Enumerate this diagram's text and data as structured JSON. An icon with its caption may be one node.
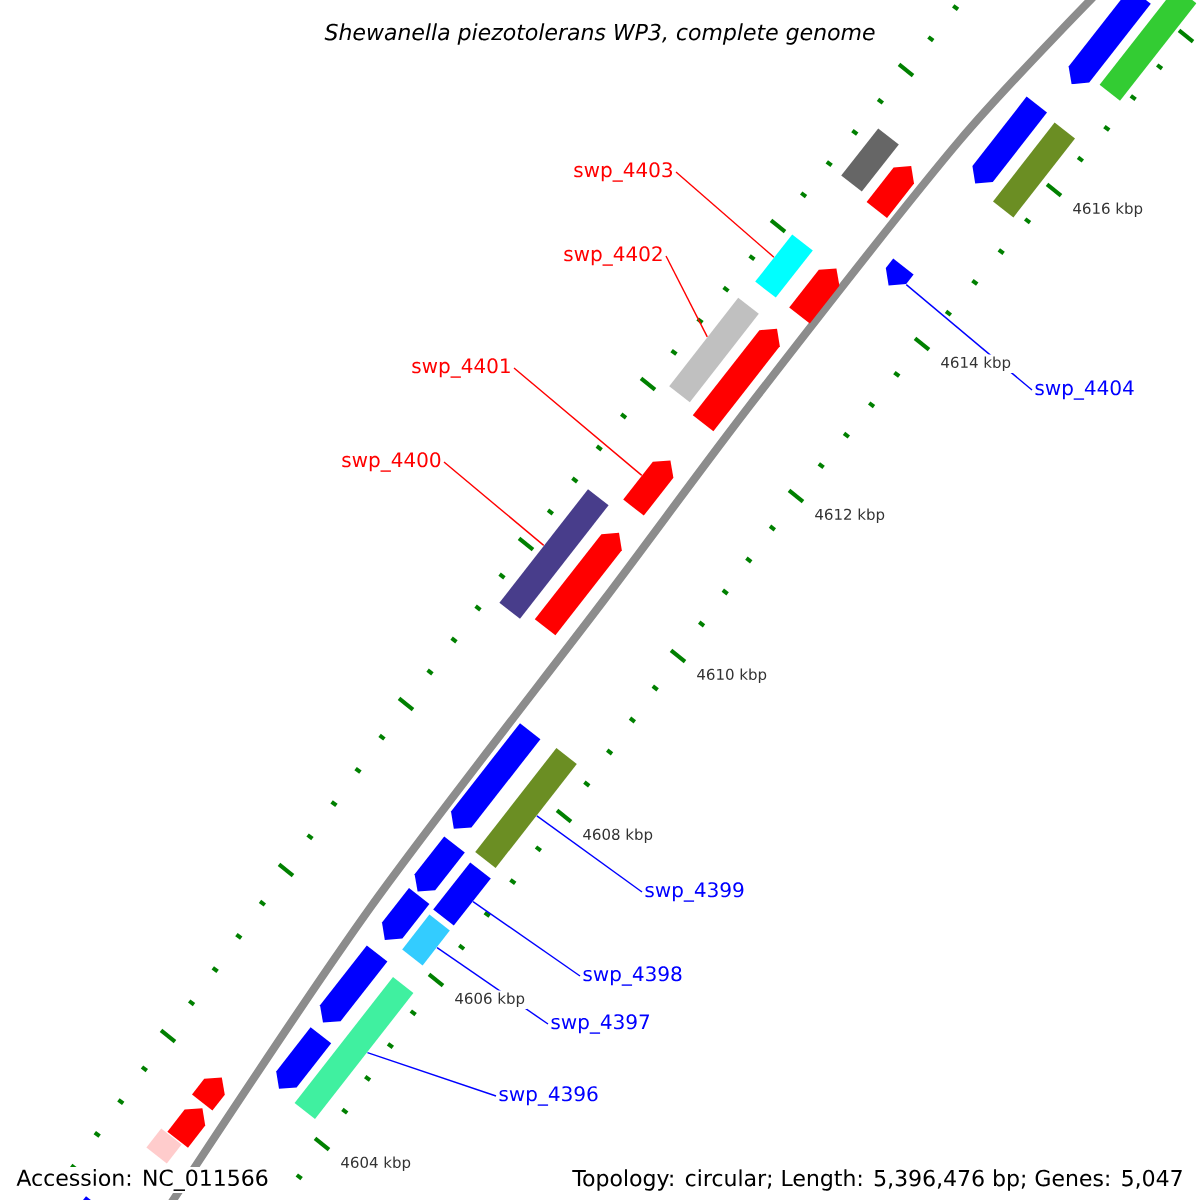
{
  "diagram": {
    "title": "Shewanella piezotolerans WP3, complete genome",
    "nodes": [
      {
        "text": [
          "swp_4403"
        ]
      },
      {
        "text": [
          "swp_4402"
        ]
      },
      {
        "text": [
          "swp_4401"
        ]
      },
      {
        "text": [
          "swp_4404"
        ]
      },
      {
        "text": [
          "swp_4400"
        ]
      },
      {
        "text": [
          "swp_4399"
        ]
      },
      {
        "text": [
          "swp_4398"
        ]
      },
      {
        "text": [
          "swp_4397"
        ]
      },
      {
        "text": [
          "swp_4396"
        ]
      },
      {
        "text": [],
        "shape": "bar"
      },
      {
        "text": [],
        "shape": "bar"
      },
      {
        "text": [],
        "shape": "bar"
      },
      {
        "text": [],
        "shape": "bar"
      },
      {
        "text": [],
        "shape": "bar"
      },
      {
        "text": [],
        "shape": "bar"
      },
      {
        "text": [],
        "shape": "bar"
      },
      {
        "text": [],
        "shape": "bar"
      },
      {
        "text": [],
        "shape": "bar"
      },
      {
        "text": [],
        "shape": "bar"
      },
      {
        "text": [],
        "shape": "bar"
      },
      {
        "text": [],
        "shape": "bar"
      },
      {
        "text": [],
        "shape": "bar"
      },
      {
        "text": [],
        "shape": "bar"
      },
      {
        "text": [],
        "shape": "bar"
      },
      {
        "text": [],
        "shape": "bar"
      },
      {
        "text": [],
        "shape": "bar"
      },
      {
        "text": [],
        "shape": "bar"
      },
      {
        "text": [],
        "shape": "bar"
      },
      {
        "text": [],
        "shape": "bar"
      },
      {
        "text": [],
        "shape": "bar"
      },
      {
        "text": [],
        "shape": "bar"
      },
      {
        "text": [],
        "shape": "bar"
      },
      {
        "text": [],
        "shape": "bar"
      },
      {
        "text": [],
        "shape": "bar"
      },
      {
        "text": [],
        "shape": "bar"
      },
      {
        "text": [],
        "shape": "bar"
      }
    ],
    "edges": [
      {
        "from": 0,
        "to": 9,
        "arrow": "none",
        "color": "#ff0000"
      },
      {
        "from": 1,
        "to": 11,
        "arrow": "none",
        "color": "#ff0000"
      },
      {
        "from": 2,
        "to": 12,
        "arrow": "none",
        "color": "#ff0000"
      },
      {
        "from": 3,
        "to": 10,
        "arrow": "none"
      },
      {
        "from": 4,
        "to": 13,
        "arrow": "none",
        "color": "#ff0000"
      },
      {
        "from": 5,
        "to": 14,
        "arrow": "none"
      },
      {
        "from": 6,
        "to": 15,
        "arrow": "none"
      },
      {
        "from": 7,
        "to": 16,
        "arrow": "none"
      },
      {
        "from": 8,
        "to": 17,
        "arrow": "none"
      }
    ],
    "labels": [
      "4616 kbp",
      "4614 kbp",
      "4612 kbp",
      "4610 kbp",
      "4608 kbp",
      "4606 kbp",
      "4604 kbp",
      "Accession: NC_011566",
      "Topology: circular; Length: 5,396,476 bp; Genes: 5,047"
    ]
  }
}
